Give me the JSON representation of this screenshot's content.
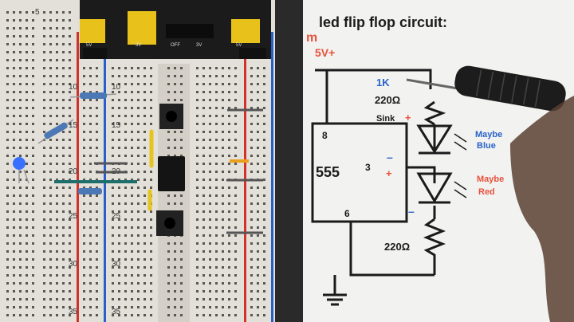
{
  "breadboard": {
    "row_numbers_left": [
      "10",
      "15",
      "20",
      "25",
      "30",
      "35"
    ],
    "row_numbers_right": [
      "10",
      "15",
      "20",
      "25",
      "30",
      "35"
    ],
    "row_number_top": "5",
    "power_module_labels": [
      "5V",
      "3V",
      "OFF",
      "3V",
      "5V"
    ]
  },
  "schematic": {
    "title": "led flip flop circuit:",
    "title_prefix": "m",
    "supply": "5V+",
    "r1_top": "1K",
    "r1_bottom": "220Ω",
    "sink_label": "Sink",
    "plus_sign": "+",
    "minus_sign": "–",
    "chip": "555",
    "pin8": "8",
    "pin3": "3",
    "pin6": "6",
    "led1_label_line1": "Maybe",
    "led1_label_line2": "Blue",
    "led2_label_line1": "Maybe",
    "led2_label_line2": "Red",
    "r2": "220Ω"
  },
  "colors": {
    "paper": "#f2f2f0",
    "ink": "#1b1b1b",
    "accent_red": "#e8523c",
    "accent_blue": "#2b63c9",
    "breadboard": "#e9e6e0",
    "rail_red": "#d2322a",
    "rail_blue": "#2860c8"
  }
}
